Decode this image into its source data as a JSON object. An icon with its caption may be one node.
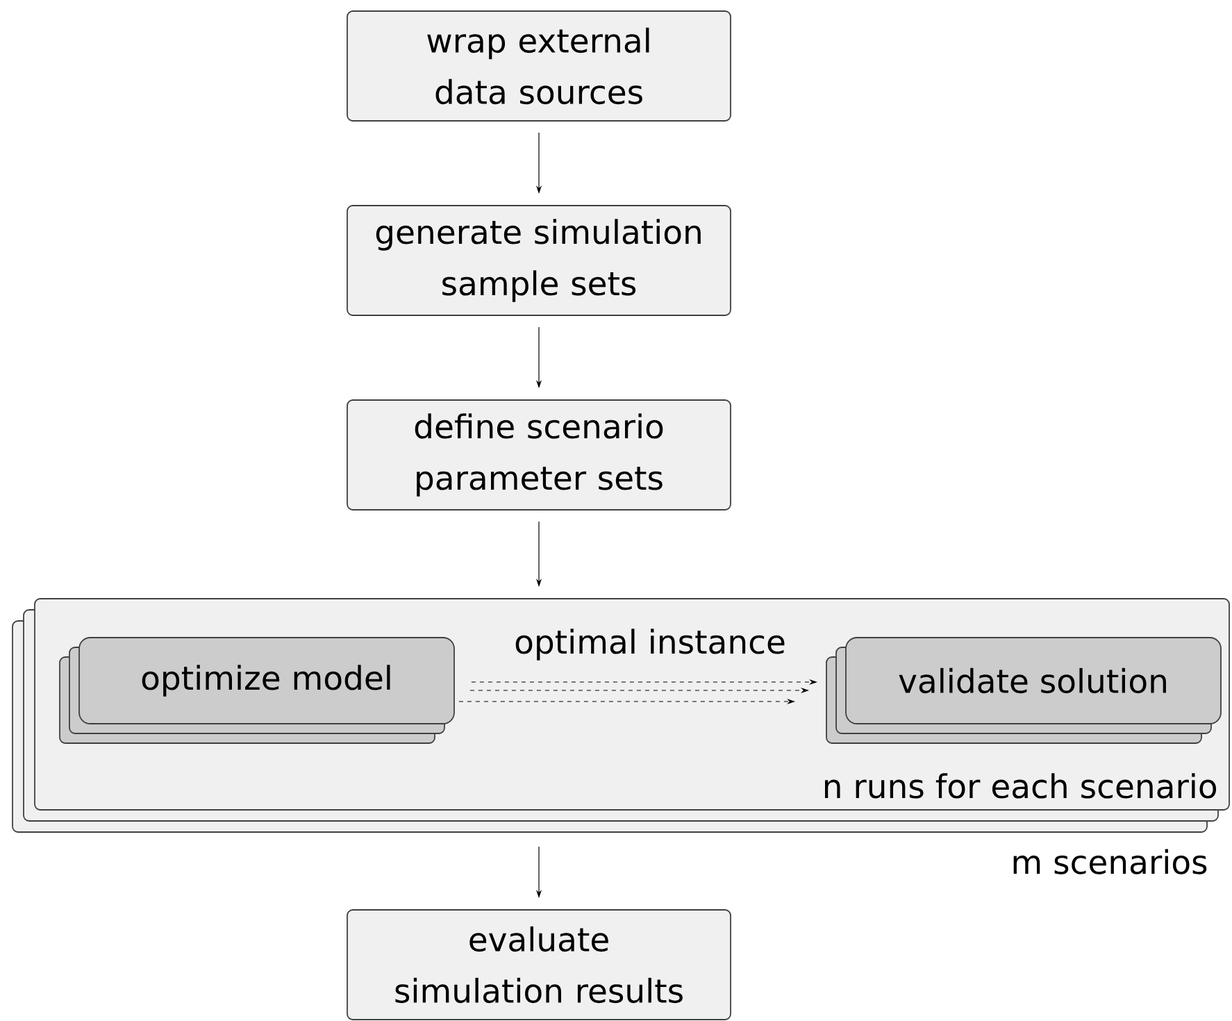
{
  "diagram": {
    "nodes": [
      {
        "text": [
          "wrap external data sources"
        ]
      },
      {
        "text": [
          "generate simulation sample sets"
        ]
      },
      {
        "text": [
          "define scenario parameter sets"
        ]
      },
      {
        "text": [
          "n runs for each scenario"
        ],
        "beside": [
          "m scenarios"
        ]
      },
      {
        "text": [
          "optimize model"
        ],
        "in": 3
      },
      {
        "text": [
          "validate solution"
        ],
        "in": 3
      },
      {
        "text": [
          "evaluate simulation results"
        ]
      }
    ],
    "edges": [
      {
        "from": 0,
        "to": 1,
        "arrow": "to"
      },
      {
        "from": 1,
        "to": 2,
        "arrow": "to"
      },
      {
        "from": 2,
        "to": 3,
        "arrow": "to"
      },
      {
        "from": 4,
        "to": 5,
        "arrow": "to",
        "style": "dashed",
        "label": "optimal instance"
      },
      {
        "from": 4,
        "to": 5,
        "arrow": "to",
        "style": "dashed"
      },
      {
        "from": 4,
        "to": 5,
        "arrow": "to",
        "style": "dashed"
      },
      {
        "from": 3,
        "to": 6,
        "arrow": "to"
      }
    ]
  }
}
